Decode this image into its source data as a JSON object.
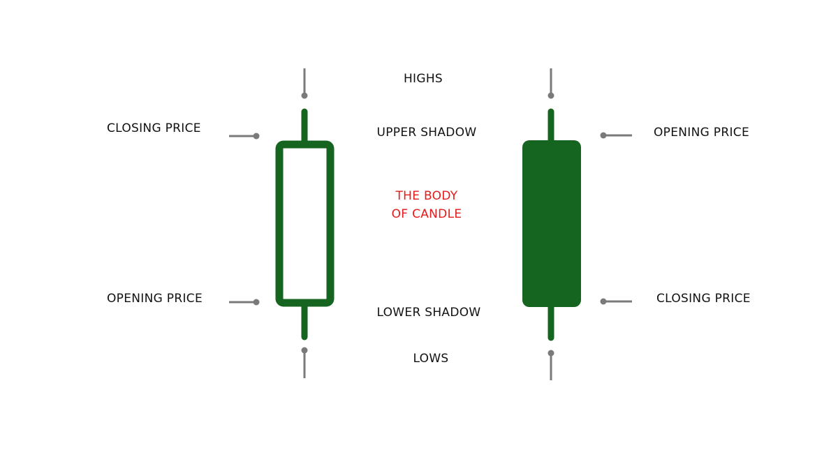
{
  "labels": {
    "highs": "HIGHS",
    "upper_shadow": "UPPER SHADOW",
    "body_line1": "THE BODY",
    "body_line2": "OF CANDLE",
    "lower_shadow": "LOWER SHADOW",
    "lows": "LOWS",
    "left_closing_price": "CLOSING PRICE",
    "left_opening_price": "OPENING PRICE",
    "right_opening_price": "OPENING PRICE",
    "right_closing_price": "CLOSING PRICE"
  },
  "colors": {
    "candle_green": "#15641f",
    "pointer_gray": "#7a7a78",
    "body_label_red": "#e51a1a",
    "text": "#111111"
  },
  "candles": [
    {
      "name": "left-candle",
      "style": "hollow"
    },
    {
      "name": "right-candle",
      "style": "filled"
    }
  ]
}
